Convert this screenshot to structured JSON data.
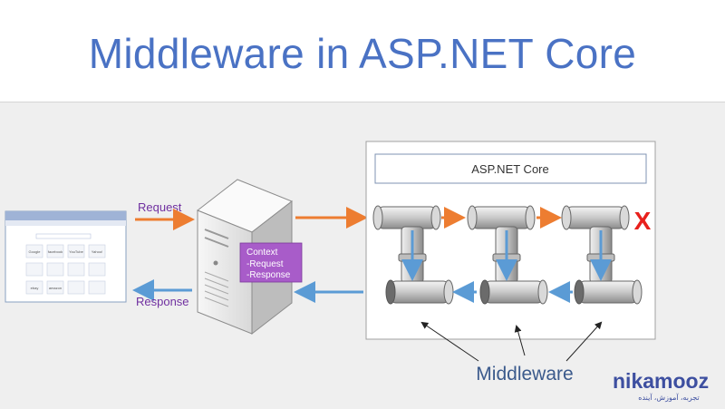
{
  "slide": {
    "title": "Middleware in ASP.NET Core"
  },
  "diagram": {
    "request_label": "Request",
    "response_label": "Response",
    "context_box": {
      "line1": "Context",
      "line2": "-Request",
      "line3": "-Response"
    },
    "app_box_label": "ASP.NET Core",
    "middleware_label": "Middleware",
    "stop_mark": "X"
  },
  "browser": {
    "tiles": [
      "Google",
      "facebook",
      "YouTube",
      "Yahoo!",
      "",
      "",
      "",
      "",
      "ebay",
      "amazon",
      "",
      ""
    ]
  },
  "brand": {
    "name": "nikamooz",
    "tagline": "تجربه، آموزش، آینده"
  },
  "colors": {
    "title": "#4a72c4",
    "request_arrow": "#ed7d31",
    "response_arrow": "#5b9bd5",
    "context_box": "#a85cc9",
    "text_purple": "#7030a0",
    "stop_red": "#e8201c",
    "brand_blue": "#3d4fa0"
  }
}
